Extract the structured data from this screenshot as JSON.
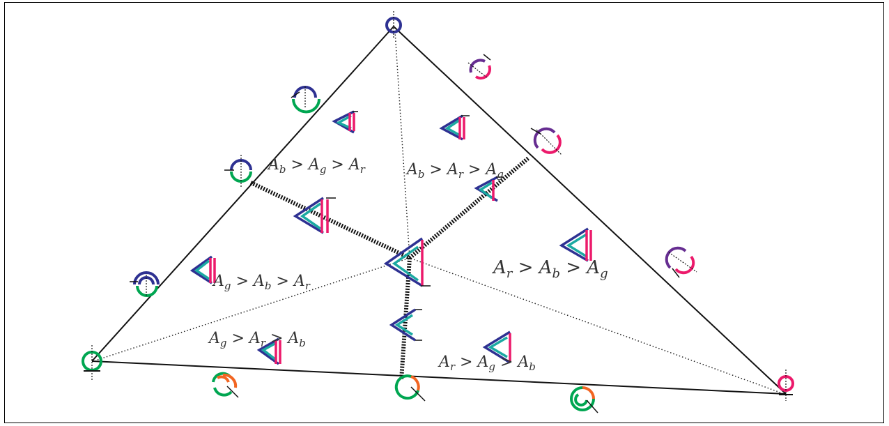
{
  "colors": {
    "blue": "#2e3192",
    "green": "#00a651",
    "red": "#ec1a6b",
    "orange": "#f26522",
    "purple": "#662d91",
    "teal": "#1ba9a2",
    "black": "#111111"
  },
  "regions": [
    {
      "id": "bgr",
      "text": "A_b > A_g > A_r"
    },
    {
      "id": "brg",
      "text": "A_b > A_r > A_g"
    },
    {
      "id": "gbr",
      "text": "A_g > A_b > A_r"
    },
    {
      "id": "rbg",
      "text": "A_r > A_b > A_g"
    },
    {
      "id": "grb",
      "text": "A_g > A_r > A_b"
    },
    {
      "id": "rgb",
      "text": "A_r > A_g > A_b"
    }
  ]
}
